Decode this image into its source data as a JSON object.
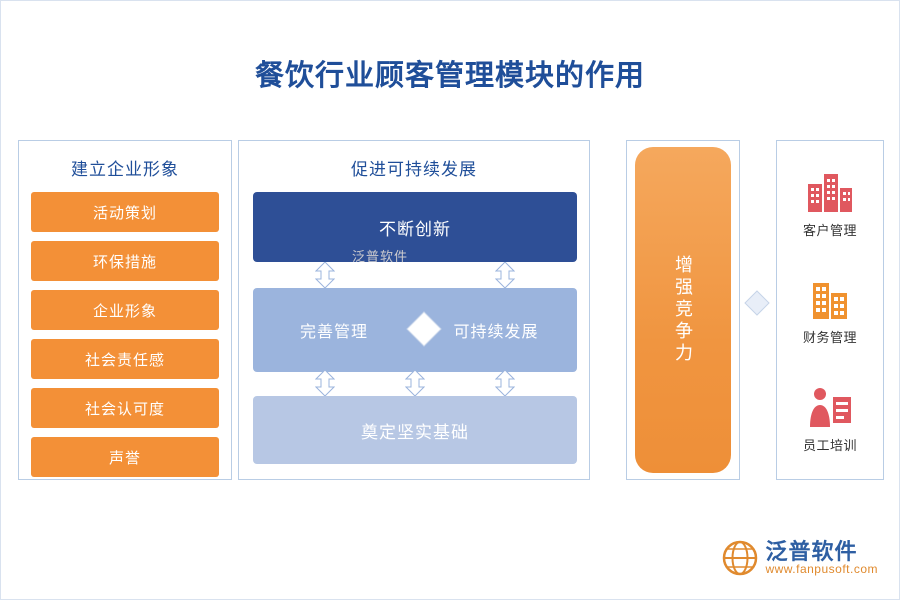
{
  "title": "餐饮行业顾客管理模块的作用",
  "panels": {
    "brand": {
      "title": "建立企业形象",
      "items": [
        {
          "label": "活动策划"
        },
        {
          "label": "环保措施"
        },
        {
          "label": "企业形象"
        },
        {
          "label": "社会责任感"
        },
        {
          "label": "社会认可度"
        },
        {
          "label": "声誉"
        }
      ],
      "color": "#f39037"
    },
    "sustain": {
      "title": "促进可持续发展",
      "top_box": {
        "label": "不断创新",
        "color": "#2e4f96"
      },
      "mid_box": {
        "left_label": "完善管理",
        "right_label": "可持续发展",
        "color": "#9bb4dd"
      },
      "bottom_box": {
        "label": "奠定坚实基础",
        "color": "#b7c7e4"
      }
    },
    "compete": {
      "label": "增强竞争力",
      "color": "#f09540"
    },
    "modules": {
      "items": [
        {
          "icon": "buildings-icon",
          "label": "客户管理",
          "color": "#e0585f"
        },
        {
          "icon": "office-tower-icon",
          "label": "财务管理",
          "color": "#f0922f"
        },
        {
          "icon": "person-training-icon",
          "label": "员工培训",
          "color": "#e0585f"
        }
      ]
    }
  },
  "watermark": {
    "center_text": "泛普软件",
    "logo_cn": "泛普软件",
    "logo_en": "www.fanpusoft.com"
  }
}
